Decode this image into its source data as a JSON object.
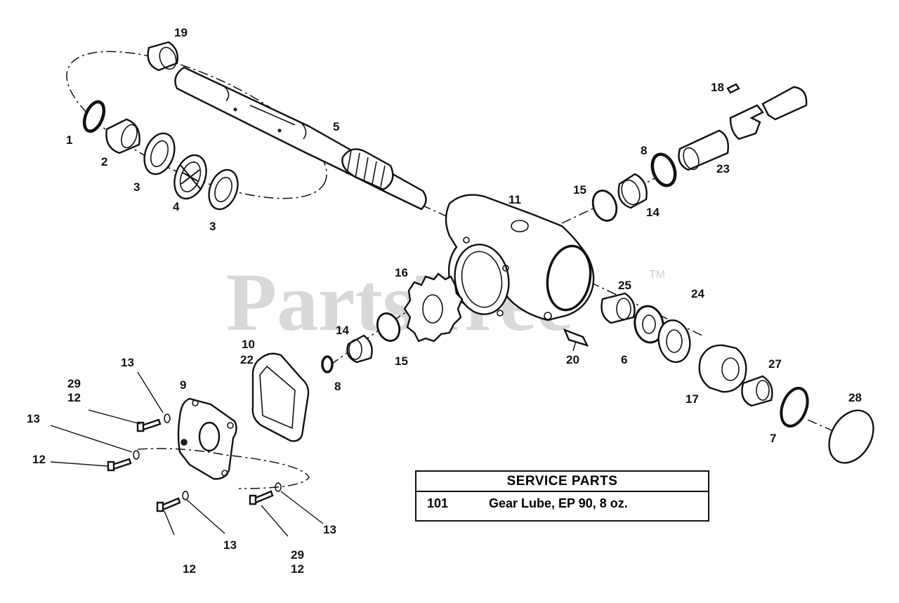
{
  "watermark": {
    "text": "PartsTree",
    "trademark": "TM"
  },
  "service_parts": {
    "title": "SERVICE PARTS",
    "rows": [
      {
        "number": "101",
        "description": "Gear Lube, EP 90, 8 oz."
      }
    ]
  },
  "callouts": {
    "c19": "19",
    "c1": "1",
    "c2": "2",
    "c3a": "3",
    "c4": "4",
    "c3b": "3",
    "c5": "5",
    "c18": "18",
    "c8a": "8",
    "c23": "23",
    "c11": "11",
    "c15a": "15",
    "c14a": "14",
    "c16": "16",
    "c25": "25",
    "c24": "24",
    "c14b": "14",
    "c15b": "15",
    "c20": "20",
    "c6": "6",
    "c27": "27",
    "c10": "10",
    "c22": "22",
    "c8b": "8",
    "c17": "17",
    "c28": "28",
    "c7": "7",
    "c13a": "13",
    "c9": "9",
    "c29a": "29",
    "c12a": "12",
    "c13b": "13",
    "c12b": "12",
    "c12c": "12",
    "c13c": "13",
    "c29b": "29",
    "c12d": "12",
    "c13d": "13"
  }
}
